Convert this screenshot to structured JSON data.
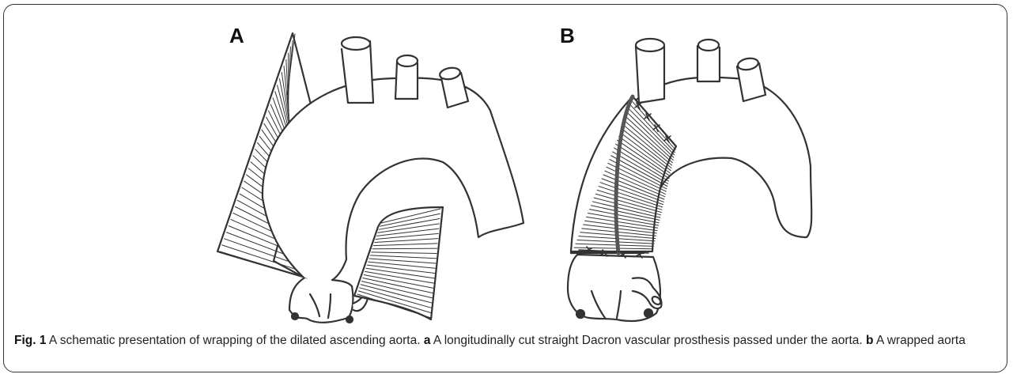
{
  "figure": {
    "panel_a_label": "A",
    "panel_b_label": "B",
    "caption": {
      "fig_label": "Fig. 1",
      "text1": " A schematic presentation of wrapping of the dilated ascending aorta. ",
      "a_label": "a",
      "text2": " A longitudinally cut straight Dacron vascular prosthesis passed under the aorta. ",
      "b_label": "b",
      "text3": " A wrapped aorta"
    }
  }
}
